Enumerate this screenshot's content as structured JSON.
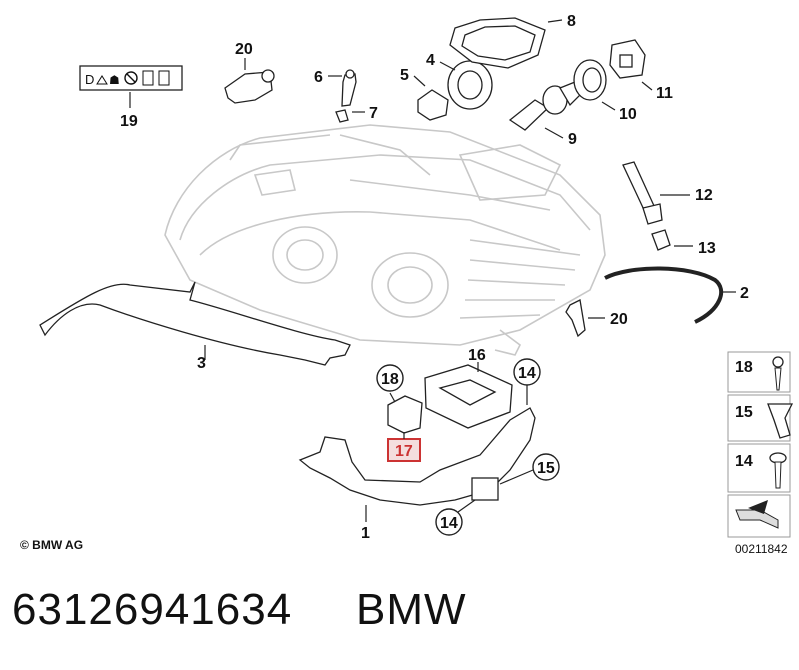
{
  "diagram": {
    "copyright": "© BMW AG",
    "diagram_number": "00211842",
    "part_number": "63126941634",
    "brand": "BMW",
    "highlight_color": "#cc3333",
    "callouts": [
      "1",
      "2",
      "3",
      "4",
      "5",
      "6",
      "7",
      "8",
      "9",
      "10",
      "11",
      "12",
      "13",
      "14",
      "15",
      "16",
      "17",
      "18",
      "19",
      "20"
    ],
    "highlighted_callout": "17",
    "legend": [
      {
        "number": "18",
        "item": "screw"
      },
      {
        "number": "15",
        "item": "clip-nut"
      },
      {
        "number": "14",
        "item": "bolt"
      }
    ]
  }
}
